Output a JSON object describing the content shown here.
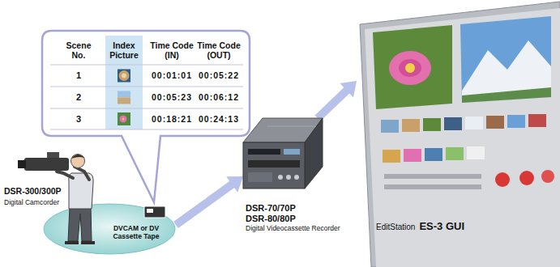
{
  "diagram": {
    "nodes": [
      {
        "text": [
          "DVCAM or DV Cassette Tape"
        ]
      },
      {
        "text": [
          "DSR-70/70P DSR-80/80P",
          "Digital Videocassette Recorder"
        ]
      },
      {
        "text": [
          "EditStation",
          "ES-3 GUI"
        ]
      }
    ],
    "edges": [
      {
        "from": 0,
        "to": 1,
        "arrow": "to"
      },
      {
        "from": 1,
        "to": 2,
        "arrow": "to"
      }
    ],
    "labels": [
      "Scene No.",
      "Index Picture",
      "Time Code (IN)",
      "Time Code (OUT)",
      "1",
      "00:01:01",
      "00:05:22",
      "2",
      "00:05:23",
      "00:06:12",
      "3",
      "00:18:21",
      "00:24:13",
      "DSR-300/300P",
      "Digital Camcorder"
    ]
  }
}
